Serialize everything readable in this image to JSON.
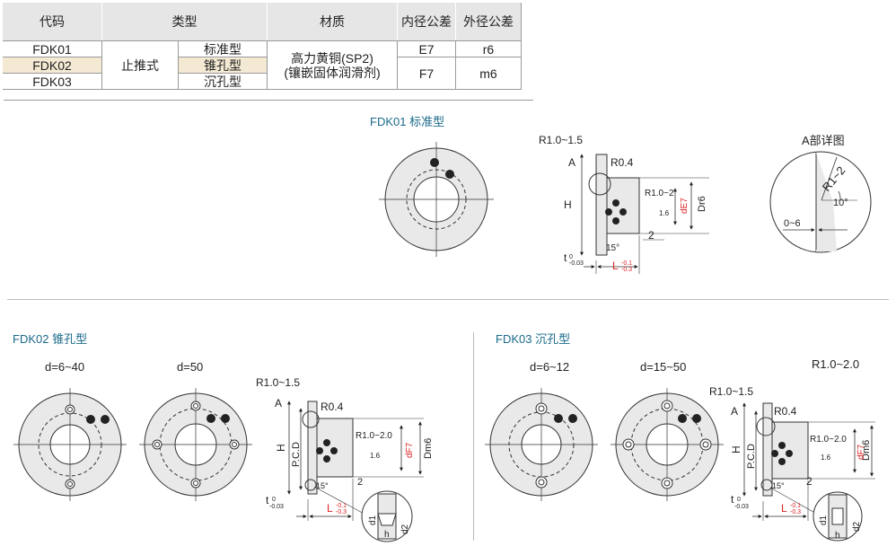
{
  "table": {
    "headers": [
      "代码",
      "类型",
      "材质",
      "内径公差",
      "外径公差"
    ],
    "codes": [
      "FDK01",
      "FDK02",
      "FDK03"
    ],
    "category": "止推式",
    "types": [
      "标准型",
      "锥孔型",
      "沉孔型"
    ],
    "material_line1": "高力黄铜(SP2)",
    "material_line2": "(镶嵌固体润滑剂)",
    "inner_tol": [
      "E7",
      "F7"
    ],
    "outer_tol": [
      "r6",
      "m6"
    ]
  },
  "sections": {
    "fdk01": {
      "title": "FDK01 标准型"
    },
    "fdk02": {
      "title": "FDK02 锥孔型",
      "caption_a": "d=6~40",
      "caption_b": "d=50"
    },
    "fdk03": {
      "title": "FDK03 沉孔型",
      "caption_a": "d=6~12",
      "caption_b": "d=15~50",
      "note": "R1.0~2.0"
    }
  },
  "detail": {
    "title": "A部详图",
    "r": "R1~2",
    "angle": "10°",
    "range": "0~6"
  },
  "dims": {
    "r_chamfer": "R1.0~1.5",
    "r_chamfer_b": "R1.0~2.0",
    "r_flange": "R0.4",
    "r_inner": "R1.0~2",
    "a": "A",
    "h": "H",
    "pcd": "P.C.D",
    "t": "t",
    "t_tol_top": "0",
    "t_tol_bot": "-0.03",
    "l": "L",
    "l_tol_top": "-0.1",
    "l_tol_bot": "-0.3",
    "dE7": "dE7",
    "dF7": "dF7",
    "dr6": "Dr6",
    "dm6": "Dm6",
    "two": "2",
    "angle15": "15°",
    "rough": "1.6",
    "d1": "d1",
    "d2": "d2",
    "hh": "h"
  }
}
